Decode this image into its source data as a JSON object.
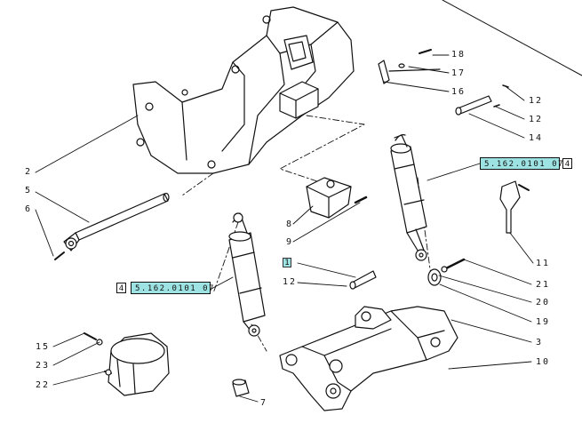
{
  "callouts": {
    "c2": "2",
    "c5": "5",
    "c6": "6",
    "c8": "8",
    "c9": "9",
    "c1": "1",
    "c12a": "12",
    "c18": "18",
    "c17": "17",
    "c16": "16",
    "c12b": "12",
    "c12c": "12",
    "c14": "14",
    "c11": "11",
    "c21": "21",
    "c20": "20",
    "c19": "19",
    "c3": "3",
    "c10": "10",
    "c15": "15",
    "c23": "23",
    "c22": "22",
    "c7": "7"
  },
  "references": {
    "ref_right": {
      "number": "4",
      "code": "5.162.0101 07"
    },
    "ref_left": {
      "number": "4",
      "code": "5.162.0101 07"
    }
  },
  "colors": {
    "highlight": "#9ee3e3",
    "line": "#111111"
  }
}
